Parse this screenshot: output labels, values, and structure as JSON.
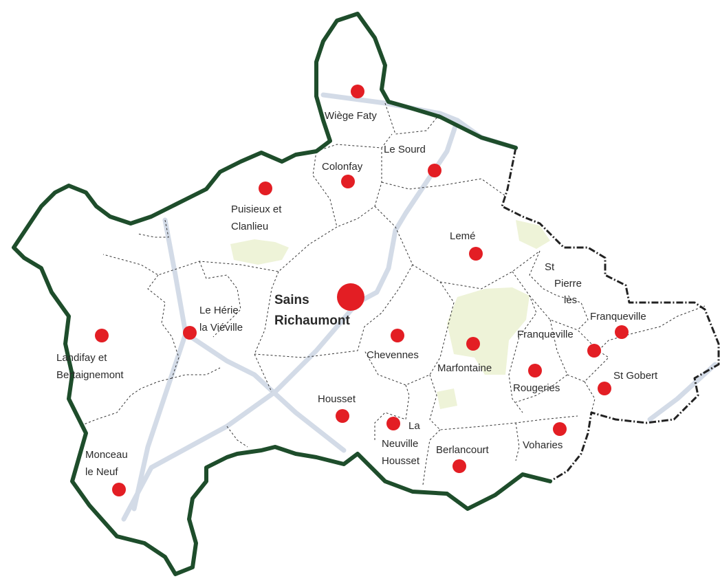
{
  "map": {
    "main_town": {
      "name_line1": "Sains",
      "name_line2": "Richaumont"
    },
    "communes": [
      {
        "id": "wiege-faty",
        "lines": [
          "Wiège Faty"
        ]
      },
      {
        "id": "le-sourd",
        "lines": [
          "Le Sourd"
        ]
      },
      {
        "id": "colonfay",
        "lines": [
          "Colonfay"
        ]
      },
      {
        "id": "puisieux-et-clanlieu",
        "lines": [
          "Puisieux et",
          "Clanlieu"
        ]
      },
      {
        "id": "leme",
        "lines": [
          "Lemé"
        ]
      },
      {
        "id": "st-pierre-les-franqueville",
        "lines": [
          "St",
          "Pierre",
          "lès",
          "Franqueville"
        ]
      },
      {
        "id": "le-herie-la-vieville",
        "lines": [
          "Le Hérie",
          "la Viéville"
        ]
      },
      {
        "id": "landifay-et-bertaignemont",
        "lines": [
          "Landifay et",
          "Bertaignemont"
        ]
      },
      {
        "id": "chevennes",
        "lines": [
          "Chevennes"
        ]
      },
      {
        "id": "marfontaine",
        "lines": [
          "Marfontaine"
        ]
      },
      {
        "id": "franqueville",
        "lines": [
          "Franqueville"
        ]
      },
      {
        "id": "st-gobert",
        "lines": [
          "St Gobert"
        ]
      },
      {
        "id": "rougeries",
        "lines": [
          "Rougeries"
        ]
      },
      {
        "id": "housset",
        "lines": [
          "Housset"
        ]
      },
      {
        "id": "la-neuville-housset",
        "lines": [
          "La",
          "Neuville",
          "Housset"
        ]
      },
      {
        "id": "berlancourt",
        "lines": [
          "Berlancourt"
        ]
      },
      {
        "id": "voharies",
        "lines": [
          "Voharies"
        ]
      },
      {
        "id": "monceau-le-neuf",
        "lines": [
          "Monceau",
          "le Neuf"
        ]
      }
    ],
    "colors": {
      "town_dot": "#e31e24",
      "canton_border": "#1e4d2b",
      "department_border": "#222222",
      "roads": "#d3dbe7",
      "green_areas": "#eef3d8"
    }
  }
}
